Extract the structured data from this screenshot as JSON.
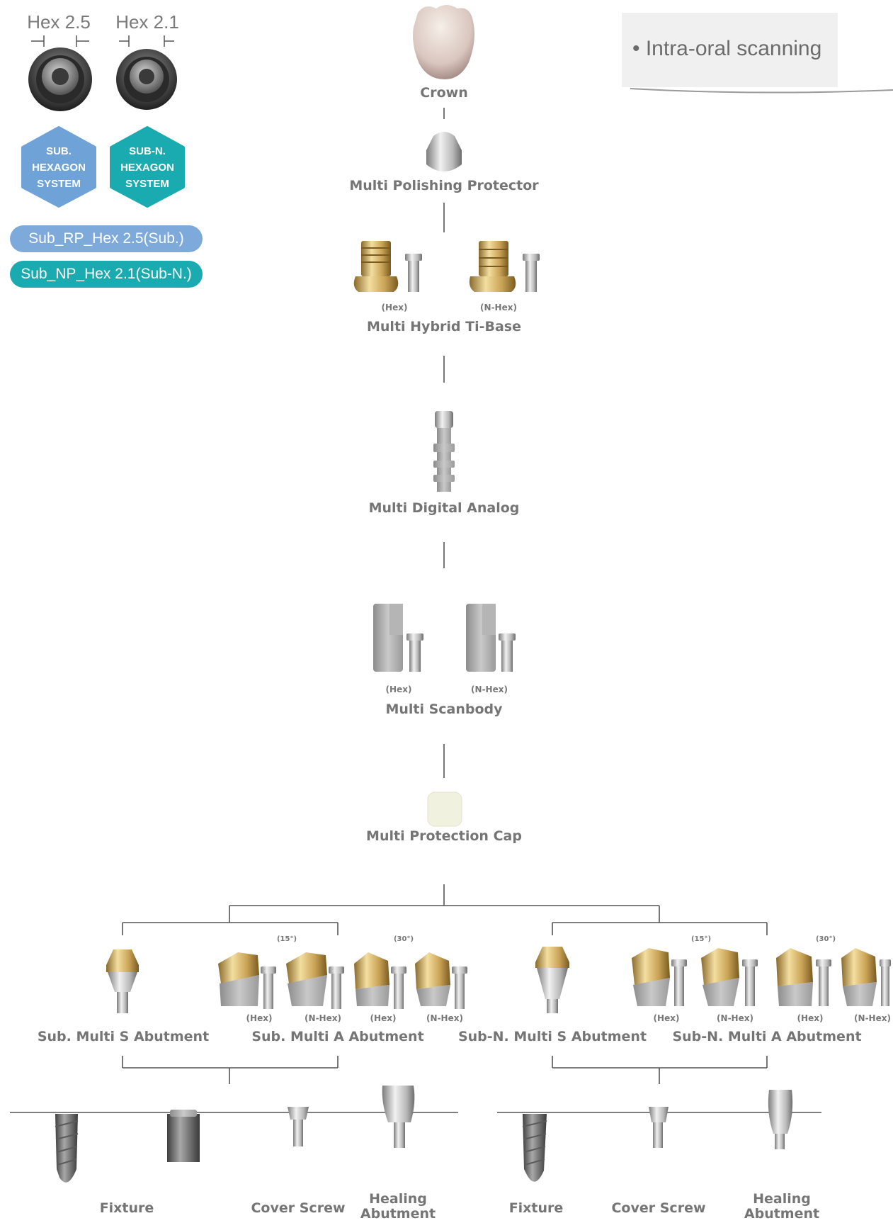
{
  "legend": {
    "hex_left_label": "Hex 2.5",
    "hex_right_label": "Hex 2.1",
    "badge_sub": [
      "SUB.",
      "HEXAGON",
      "SYSTEM"
    ],
    "badge_subn": [
      "SUB-N.",
      "HEXAGON",
      "SYSTEM"
    ],
    "pill_sub": "Sub_RP_Hex 2.5(Sub.)",
    "pill_subn": "Sub_NP_Hex 2.1(Sub-N.)",
    "colors": {
      "sub": "#6fa3d8",
      "subn": "#1aabb0"
    }
  },
  "workflow": {
    "title": "• Intra-oral scanning"
  },
  "chain": {
    "crown": "Crown",
    "polishing_protector": "Multi Polishing Protector",
    "tibase": "Multi Hybrid Ti-Base",
    "tibase_hex": "(Hex)",
    "tibase_nhex": "(N-Hex)",
    "analog": "Multi Digital Analog",
    "scanbody": "Multi Scanbody",
    "scanbody_hex": "(Hex)",
    "scanbody_nhex": "(N-Hex)",
    "protection_cap": "Multi Protection Cap"
  },
  "abutments": {
    "sub_s": "Sub. Multi S Abutment",
    "sub_a": "Sub. Multi A Abutment",
    "subn_s": "Sub-N. Multi S Abutment",
    "subn_a": "Sub-N. Multi A Abutment",
    "deg15": "(15°)",
    "deg30": "(30°)",
    "hex": "(Hex)",
    "nhex": "(N-Hex)"
  },
  "bottom": {
    "fixture": "Fixture",
    "cover_screw": "Cover Screw",
    "healing_line1": "Healing",
    "healing_line2": "Abutment"
  }
}
